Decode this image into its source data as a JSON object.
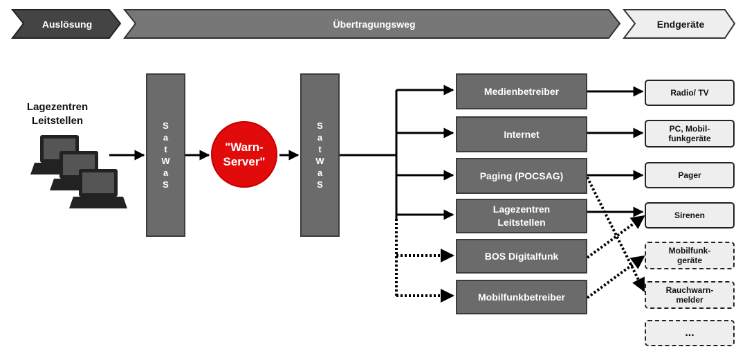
{
  "header": {
    "stage_1": "Auslösung",
    "stage_2": "Übertragungsweg",
    "stage_3": "Endgeräte"
  },
  "source": {
    "line_1": "Lagezentren",
    "line_2": "Leitstellen"
  },
  "satwas_letters": [
    "S",
    "a",
    "t",
    "W",
    "a",
    "S"
  ],
  "warn_server": {
    "line_1": "\"Warn-",
    "line_2": "Server\""
  },
  "channels": {
    "medienbetreiber": "Medienbetreiber",
    "internet": "Internet",
    "paging": "Paging (POCSAG)",
    "lagezentren_1": "Lagezentren",
    "lagezentren_2": "Leitstellen",
    "bos": "BOS Digitalfunk",
    "mobilfunk": "Mobilfunkbetreiber"
  },
  "devices": {
    "radio_tv": "Radio/ TV",
    "pc_1": "PC, Mobil-",
    "pc_2": "funkgeräte",
    "pager": "Pager",
    "sirenen": "Sirenen",
    "mobil_1": "Mobilfunk-",
    "mobil_2": "geräte",
    "rauch_1": "Rauchwarn-",
    "rauch_2": "melder",
    "more": "..."
  },
  "colors": {
    "box_fill": "#6b6b6b",
    "box_border": "#3c3c3c",
    "warn_server": "#e10b0b",
    "device_fill": "#eeeeee",
    "header_dark": "#444444",
    "header_mid": "#777777",
    "header_light": "#eeeeee"
  },
  "legend_icons": [
    "laptop-icon"
  ]
}
